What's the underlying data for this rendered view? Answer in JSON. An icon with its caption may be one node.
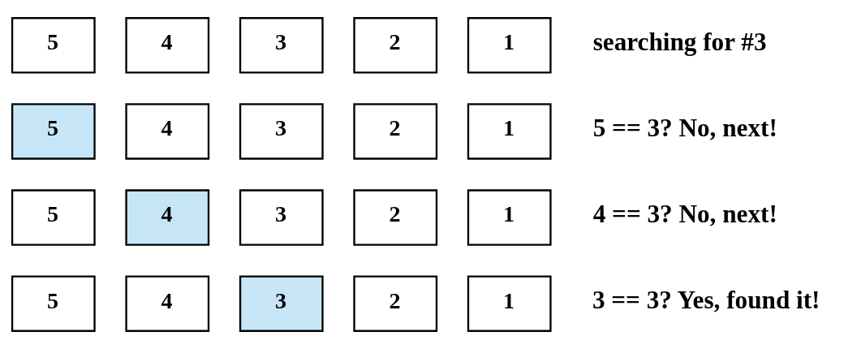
{
  "diagram": {
    "nodes": [
      {
        "text": [
          "5"
        ]
      },
      {
        "text": [
          "4"
        ]
      },
      {
        "text": [
          "3"
        ]
      },
      {
        "text": [
          "2"
        ]
      },
      {
        "text": [
          "1"
        ]
      },
      {
        "text": [
          "5"
        ]
      },
      {
        "text": [
          "4"
        ]
      },
      {
        "text": [
          "3"
        ]
      },
      {
        "text": [
          "2"
        ]
      },
      {
        "text": [
          "1"
        ]
      },
      {
        "text": [
          "5"
        ]
      },
      {
        "text": [
          "4"
        ]
      },
      {
        "text": [
          "3"
        ]
      },
      {
        "text": [
          "2"
        ]
      },
      {
        "text": [
          "1"
        ]
      },
      {
        "text": [
          "5"
        ]
      },
      {
        "text": [
          "4"
        ]
      },
      {
        "text": [
          "3"
        ]
      },
      {
        "text": [
          "2"
        ]
      },
      {
        "text": [
          "1"
        ]
      }
    ],
    "edges": [],
    "labels": [
      "searching for #3",
      "5 == 3? No, next!",
      "4 == 3? No, next!",
      "3 == 3? Yes, found it!"
    ]
  }
}
